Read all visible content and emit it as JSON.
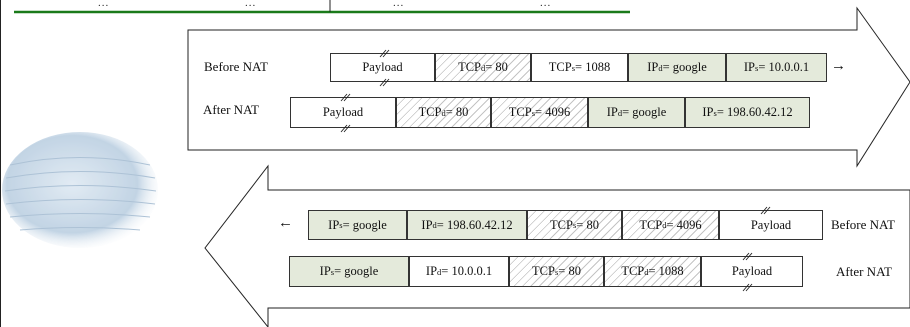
{
  "colors": {
    "ip_fill": "#e4eadb",
    "border": "#333333",
    "arrow_fill": "#ffffff",
    "top_line": "#1a7a1a"
  },
  "top_table": {
    "dots": [
      "...",
      "...",
      "...",
      "..."
    ]
  },
  "outbound": {
    "direction": "right",
    "rows": [
      {
        "label": "Before NAT",
        "cells": [
          {
            "kind": "payload",
            "text": "Payload",
            "break_marks": true
          },
          {
            "kind": "hatch",
            "base": "TCP",
            "sub": "d",
            "value": " = 80"
          },
          {
            "kind": "plain",
            "base": "TCP",
            "sub": "s",
            "value": " = 1088"
          },
          {
            "kind": "ip",
            "base": "IP",
            "sub": "d",
            "value": " = google"
          },
          {
            "kind": "ip",
            "base": "IP",
            "sub": "s",
            "value": " = 10.0.0.1"
          }
        ],
        "arrow": "→"
      },
      {
        "label": "After NAT",
        "cells": [
          {
            "kind": "payload",
            "text": "Payload",
            "break_marks": true
          },
          {
            "kind": "hatch",
            "base": "TCP",
            "sub": "d",
            "value": " = 80"
          },
          {
            "kind": "hatch",
            "base": "TCP",
            "sub": "s",
            "value": " = 4096"
          },
          {
            "kind": "ip",
            "base": "IP",
            "sub": "d",
            "value": " = google"
          },
          {
            "kind": "ip",
            "base": "IP",
            "sub": "s",
            "value": " = 198.60.42.12"
          }
        ]
      }
    ]
  },
  "inbound": {
    "direction": "left",
    "rows": [
      {
        "label": "Before NAT",
        "arrow": "←",
        "cells": [
          {
            "kind": "ip",
            "base": "IP",
            "sub": "s",
            "value": " = google"
          },
          {
            "kind": "ip",
            "base": "IP",
            "sub": "d",
            "value": " = 198.60.42.12"
          },
          {
            "kind": "hatch",
            "base": "TCP",
            "sub": "s",
            "value": " = 80"
          },
          {
            "kind": "hatch",
            "base": "TCP",
            "sub": "d",
            "value": " = 4096"
          },
          {
            "kind": "payload",
            "text": "Payload",
            "break_marks": true
          }
        ]
      },
      {
        "label": "After NAT",
        "cells": [
          {
            "kind": "ip",
            "base": "IP",
            "sub": "s",
            "value": " = google"
          },
          {
            "kind": "plain",
            "base": "IP",
            "sub": "d",
            "value": " = 10.0.0.1"
          },
          {
            "kind": "hatch",
            "base": "TCP",
            "sub": "s",
            "value": " = 80"
          },
          {
            "kind": "hatch",
            "base": "TCP",
            "sub": "d",
            "value": " = 1088"
          },
          {
            "kind": "payload",
            "text": "Payload",
            "break_marks": true
          }
        ]
      }
    ]
  }
}
